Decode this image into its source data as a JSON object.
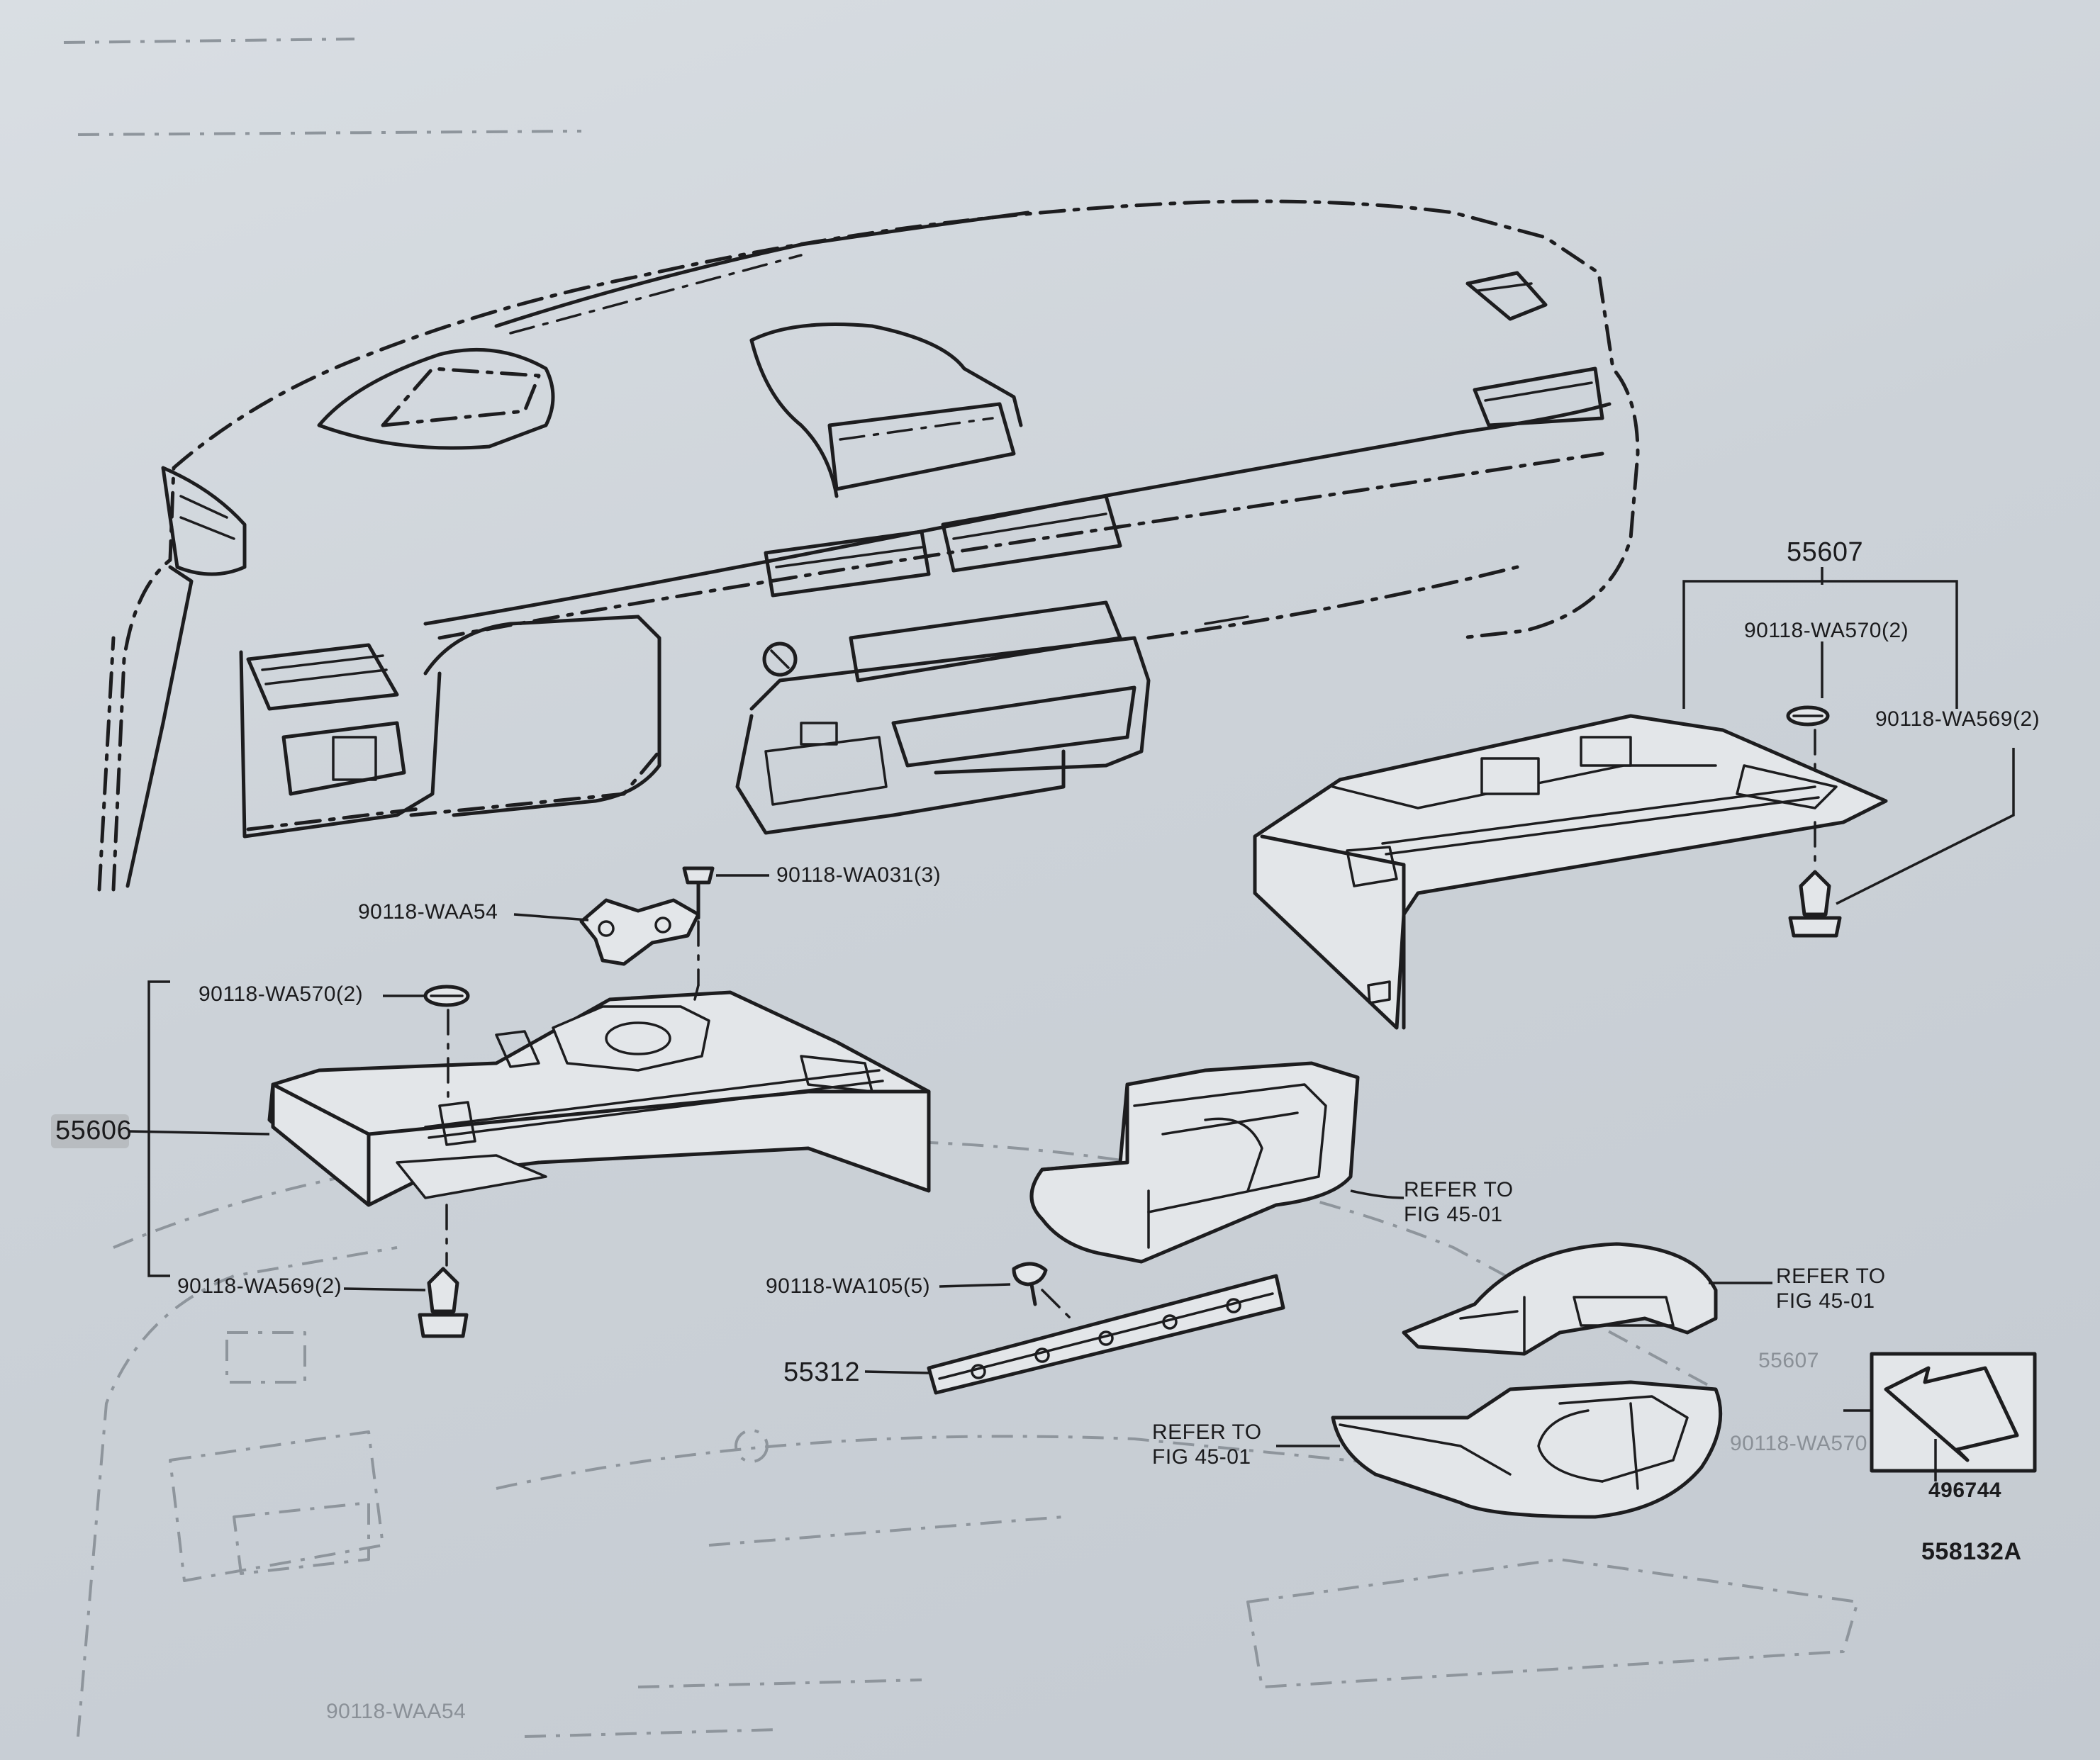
{
  "labels": {
    "p55607": "55607",
    "p55607_wa570": "90118-WA570(2)",
    "p55607_wa569": "90118-WA569(2)",
    "waa54": "90118-WAA54",
    "wa031": "90118-WA031(3)",
    "p55606_wa570": "90118-WA570(2)",
    "p55606": "55606",
    "p55606_wa569": "90118-WA569(2)",
    "wa105": "90118-WA105(5)",
    "p55312": "55312",
    "refer_1": "REFER TO\nFIG 45-01",
    "refer_2": "REFER TO\nFIG 45-01",
    "refer_3": "REFER TO\nFIG 45-01",
    "code_1": "496744",
    "code_2": "558132A"
  },
  "ghost_labels": {
    "g1": "90118-WAA54",
    "g2": "55607",
    "g3": "90118-WA570"
  },
  "colors": {
    "ink": "#1d1d1f",
    "paper": "#d3d8dd",
    "ghost_ink": "#8e959c"
  }
}
